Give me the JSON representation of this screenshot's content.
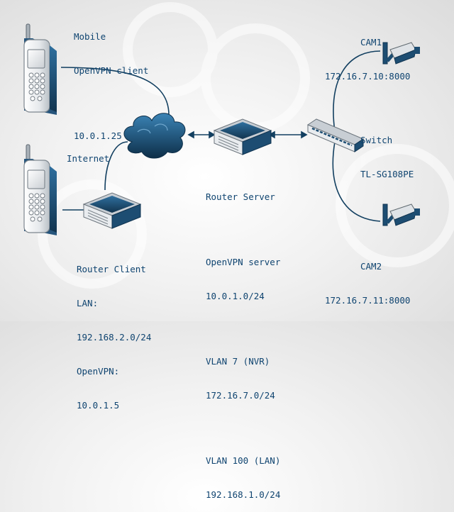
{
  "mobile_client": {
    "name_line1": "Mobile",
    "name_line2": "OpenVPN client",
    "ip": "10.0.1.25"
  },
  "internet": {
    "label": "Internet"
  },
  "router_client": {
    "title": "Router Client",
    "lan_label": "LAN:",
    "lan_net": "192.168.2.0/24",
    "vpn_label": "OpenVPN:",
    "vpn_ip": "10.0.1.5"
  },
  "router_server": {
    "title": "Router Server",
    "openvpn_label": "OpenVPN server",
    "openvpn_net": "10.0.1.0/24",
    "vlan7_label": "VLAN 7 (NVR)",
    "vlan7_net": "172.16.7.0/24",
    "vlan100_label": "VLAN 100 (LAN)",
    "vlan100_net": "192.168.1.0/24"
  },
  "switch": {
    "line1": "Switch",
    "line2": "TL-SG108PE"
  },
  "cam1": {
    "name": "CAM1",
    "address": "172.16.7.10:8000"
  },
  "cam2": {
    "name": "CAM2",
    "address": "172.16.7.11:8000"
  },
  "colors": {
    "text": "#0f4470",
    "device_dark": "#1c4a6e",
    "device_light": "#d9dde1",
    "link": "#123f60"
  },
  "icons": [
    "mobile-phone-icon",
    "cloud-icon",
    "router-icon",
    "switch-icon",
    "camera-icon"
  ]
}
